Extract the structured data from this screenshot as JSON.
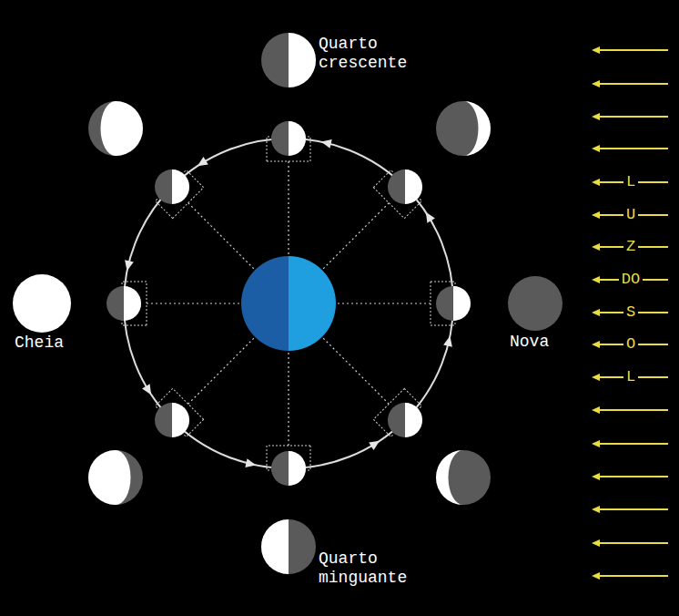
{
  "diagram": {
    "labels": [
      "Quarto crescente",
      "Cheia",
      "Nova",
      "Quarto minguante",
      "L",
      "U",
      "Z",
      "DO",
      "S",
      "O",
      "L"
    ]
  }
}
